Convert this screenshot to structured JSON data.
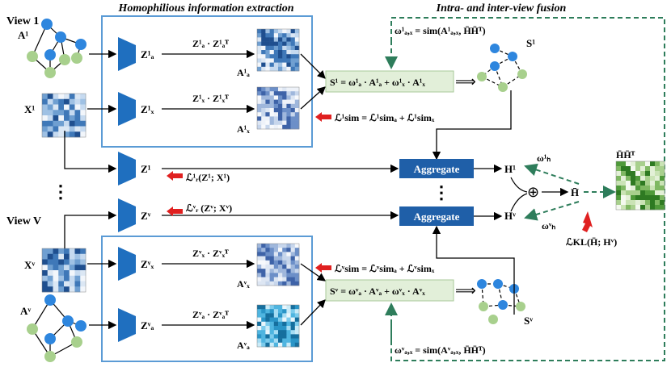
{
  "colors": {
    "accent_blue": "#5b9bd5",
    "encoder": "#1f6fbf",
    "node_blue": "#2e86de",
    "node_green": "#a8d08d",
    "fusion_dash": "#2e7d5b",
    "fusion_box": "#e2efd9",
    "aggregate": "#1f5fa8",
    "loss_arrow": "#e02020"
  },
  "headers": {
    "homophilious": "Homophilious information extraction",
    "fusion": "Intra- and inter-view fusion"
  },
  "views": {
    "view1": "View 1",
    "viewV": "View V",
    "ellipsis_left": "⋮",
    "ellipsis_mid": "⋮"
  },
  "inputs": {
    "A1": "A¹",
    "X1": "X¹",
    "XV": "Xᵛ",
    "AV": "Aᵛ"
  },
  "embeddings": {
    "Za1": "Z¹ₐ",
    "Zx1": "Z¹ₓ",
    "Z1": "Z¹",
    "ZV": "Zᵛ",
    "ZxV": "Zᵛₓ",
    "ZaV": "Zᵛₐ"
  },
  "products": {
    "p_a1": "Z¹ₐ · Z¹ₐᵀ",
    "p_x1": "Z¹ₓ · Z¹ₓᵀ",
    "p_xV": "Zᵛₓ · Zᵛₓᵀ",
    "p_aV": "Zᵛₐ · Zᵛₐᵀ"
  },
  "similarity": {
    "Aa1": "A¹ₐ",
    "Ax1": "A¹ₓ",
    "AxV": "Aᵛₓ",
    "AaV": "Aᵛₐ"
  },
  "fusion_formulas": {
    "S1": "S¹ = ω¹ₐ · A¹ₐ + ω¹ₓ · A¹ₓ",
    "SV": "Sᵛ = ωᵛₐ · Aᵛₐ + ωᵛₓ · Aᵛₓ",
    "omega1": "ω¹ₐ,ₓ = sim(A¹ₐ,ₓ, H̄H̄ᵀ)",
    "omegaV": "ωᵛₐ,ₓ = sim(Aᵛₐ,ₓ, H̄H̄ᵀ)",
    "S1_graph": "S¹",
    "SV_graph": "Sᵛ"
  },
  "losses": {
    "sim1": "ℒ¹sim = ℒ¹simₐ + ℒ¹simₓ",
    "simV": "ℒᵛsim = ℒᵛsimₐ + ℒᵛsimₓ",
    "r1": "ℒ¹ᵣ(Z¹; X¹)",
    "rV": "ℒᵛᵣ (Zᵛ; Xᵛ)",
    "kl": "ℒKL(H̄; Hᵛ)"
  },
  "aggregate": {
    "top": "Aggregate",
    "bottom": "Aggregate"
  },
  "outputs": {
    "H1": "H¹",
    "HV": "Hᵛ",
    "Hbar": "H̄",
    "HHT": "H̄H̄ᵀ",
    "w1": "ω¹ₕ",
    "wV": "ωᵛₕ",
    "oplus": "⊕"
  }
}
